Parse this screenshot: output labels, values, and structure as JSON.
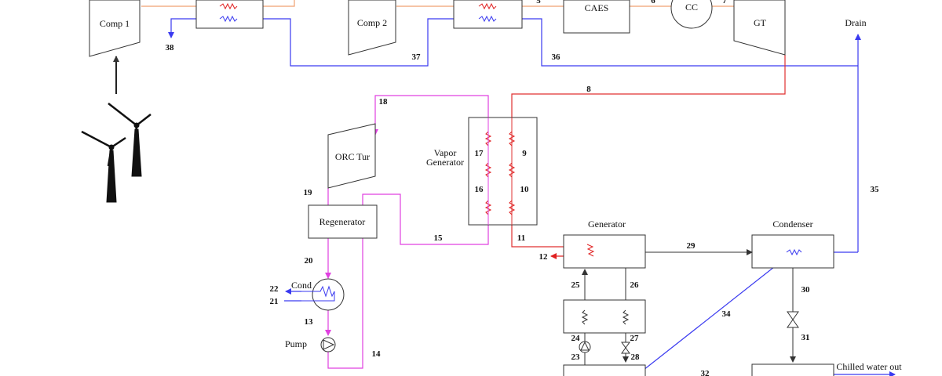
{
  "components": {
    "comp1": "Comp 1",
    "comp2": "Comp 2",
    "caes": "CAES",
    "cc": "CC",
    "gt": "GT",
    "drain": "Drain",
    "orc_tur": "ORC Tur",
    "vapor_gen_line1": "Vapor",
    "vapor_gen_line2": "Generator",
    "regenerator": "Regenerator",
    "cond": "Cond",
    "pump": "Pump",
    "generator": "Generator",
    "condenser": "Condenser",
    "chilled_water_out": "Chilled water out"
  },
  "streams": {
    "s5": "5",
    "s6": "6",
    "s7": "7",
    "s8": "8",
    "s9": "9",
    "s10": "10",
    "s11": "11",
    "s12": "12",
    "s13": "13",
    "s14": "14",
    "s15": "15",
    "s16": "16",
    "s17": "17",
    "s18": "18",
    "s19": "19",
    "s20": "20",
    "s21": "21",
    "s22": "22",
    "s23": "23",
    "s24": "24",
    "s25": "25",
    "s26": "26",
    "s27": "27",
    "s28": "28",
    "s29": "29",
    "s30": "30",
    "s31": "31",
    "s32": "32",
    "s34": "34",
    "s35": "35",
    "s36": "36",
    "s37": "37",
    "s38": "38"
  },
  "colors": {
    "air": "#f0a070",
    "hot_gas": "#e03030",
    "cooling_water": "#3a3af0",
    "orc_fluid": "#e040e0",
    "equipment": "#333333",
    "heat_coil": "#e02020"
  }
}
